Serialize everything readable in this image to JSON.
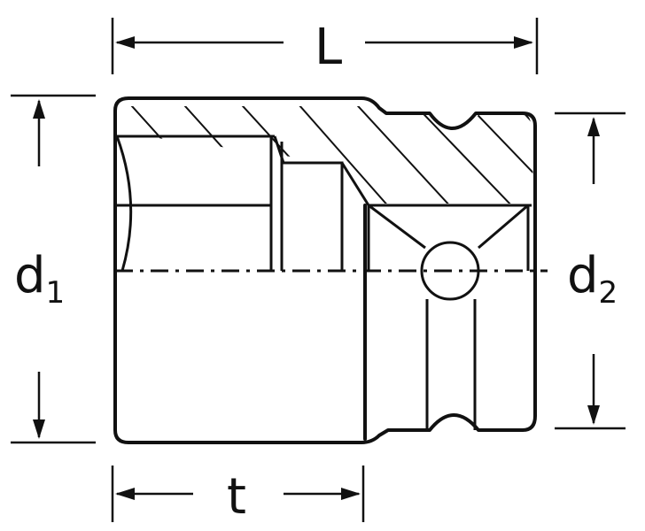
{
  "labels": {
    "length": "L",
    "depth": "t",
    "d1_base": "d",
    "d1_sub": "1",
    "d2_base": "d",
    "d2_sub": "2"
  },
  "colors": {
    "line": "#111111",
    "background": "#ffffff"
  }
}
